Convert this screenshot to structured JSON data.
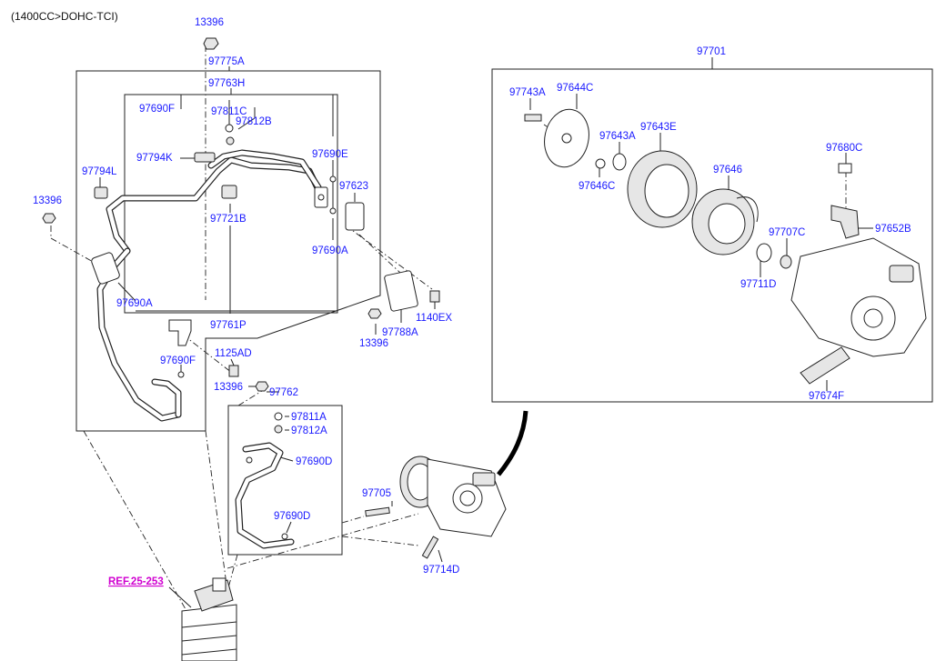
{
  "header": {
    "engine_spec": "(1400CC>DOHC-TCI)"
  },
  "ref_link": {
    "label": "REF.25-253"
  },
  "colors": {
    "part_label": "#1a1aff",
    "ref_label": "#d000d0",
    "linework": "#222222"
  },
  "labels": {
    "l13396_top": "13396",
    "l97775A": "97775A",
    "l97763H": "97763H",
    "l97690F_top": "97690F",
    "l97811C": "97811C",
    "l97812B": "97812B",
    "l97794K": "97794K",
    "l97690E": "97690E",
    "l97794L": "97794L",
    "l97623": "97623",
    "l13396_left": "13396",
    "l97721B": "97721B",
    "l97690A_right": "97690A",
    "l97690A_left": "97690A",
    "l1140EX": "1140EX",
    "l97761P": "97761P",
    "l97788A": "97788A",
    "l13396_mid": "13396",
    "l1125AD": "1125AD",
    "l97690F_low": "97690F",
    "l13396_low": "13396",
    "l97762": "97762",
    "l97811A": "97811A",
    "l97812A": "97812A",
    "l97690D_top": "97690D",
    "l97690D_low": "97690D",
    "l97705": "97705",
    "l97714D": "97714D",
    "l97701": "97701",
    "l97743A": "97743A",
    "l97644C": "97644C",
    "l97643A": "97643A",
    "l97643E": "97643E",
    "l97646C": "97646C",
    "l97646": "97646",
    "l97680C": "97680C",
    "l97652B": "97652B",
    "l97707C": "97707C",
    "l97711D": "97711D",
    "l97674F": "97674F"
  }
}
